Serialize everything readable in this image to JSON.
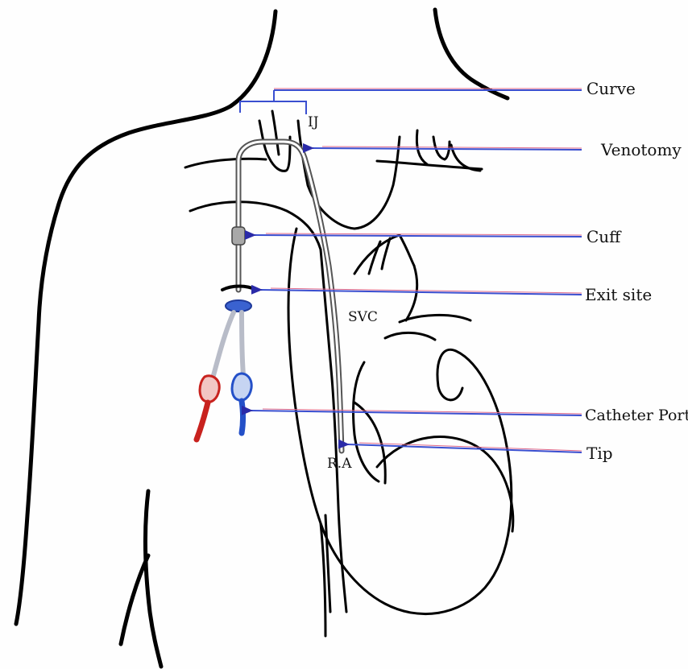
{
  "diagram": {
    "callouts": {
      "curve": "Curve",
      "venotomy": "Venotomy",
      "cuff": "Cuff",
      "exit_site": "Exit  site",
      "catheter_ports": "Catheter Ports",
      "tip": "Tip"
    },
    "anatomy_labels": {
      "ij": "IJ",
      "svc": "SVC",
      "ra": "R.A"
    },
    "colors": {
      "outline": "#000000",
      "leader_line": "#3a4fd0",
      "leader_highlight": "#e06a8a",
      "arrowhead": "#2a2aa8",
      "port_red": "#c8221e",
      "port_blue": "#2450c8",
      "catheter": "#555555"
    }
  }
}
